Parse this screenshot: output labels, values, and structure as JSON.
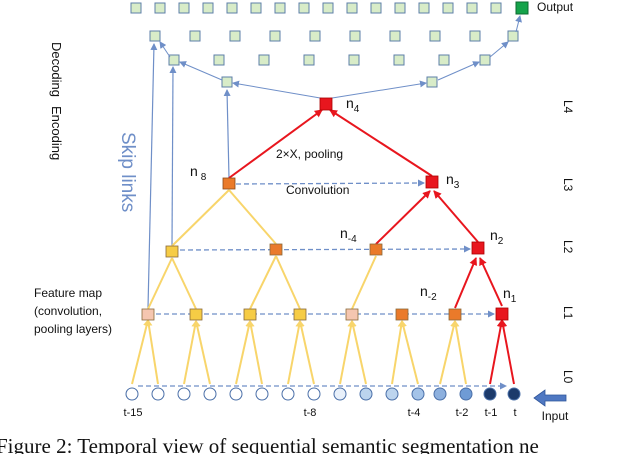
{
  "labels": {
    "output": "Output",
    "input": "Input",
    "decoding": "Decoding",
    "encoding": "Encoding",
    "skip_links": "Skip links",
    "pooling": "2×X, pooling",
    "convolution": "Convolution",
    "feature_map_1": "Feature map",
    "feature_map_2": "(convolution,",
    "feature_map_3": "pooling layers)",
    "caption": "Figure 2: Temporal view of sequential semantic segmentation ne"
  },
  "levels": [
    "L4",
    "L3",
    "L2",
    "L1",
    "L0"
  ],
  "time_labels": [
    "t-15",
    "t-8",
    "t-4",
    "t-2",
    "t-1",
    "t"
  ],
  "node_labels": {
    "n4": {
      "base": "n",
      "sub": "4"
    },
    "n8": {
      "base": "n",
      "sub": "8"
    },
    "n3": {
      "base": "n",
      "sub": "3"
    },
    "nm4": {
      "base": "n",
      "sub": "-4"
    },
    "n2": {
      "base": "n",
      "sub": "2"
    },
    "nm2": {
      "base": "n",
      "sub": "-2"
    },
    "n1": {
      "base": "n",
      "sub": "1"
    }
  },
  "colors": {
    "red": "#e8161e",
    "orange": "#ea7a2a",
    "yellow_node": "#f6cc45",
    "yellow_edge": "#f8d56b",
    "peach": "#f5c6b0",
    "blue_arrow": "#6f8fc8",
    "decoder_fill": "#d8ecc8",
    "output_green": "#15a34a",
    "circle_dark": "#1c3a6b",
    "circle_mid": "#6f9bd5",
    "circle_light": "#bcd4ee"
  }
}
